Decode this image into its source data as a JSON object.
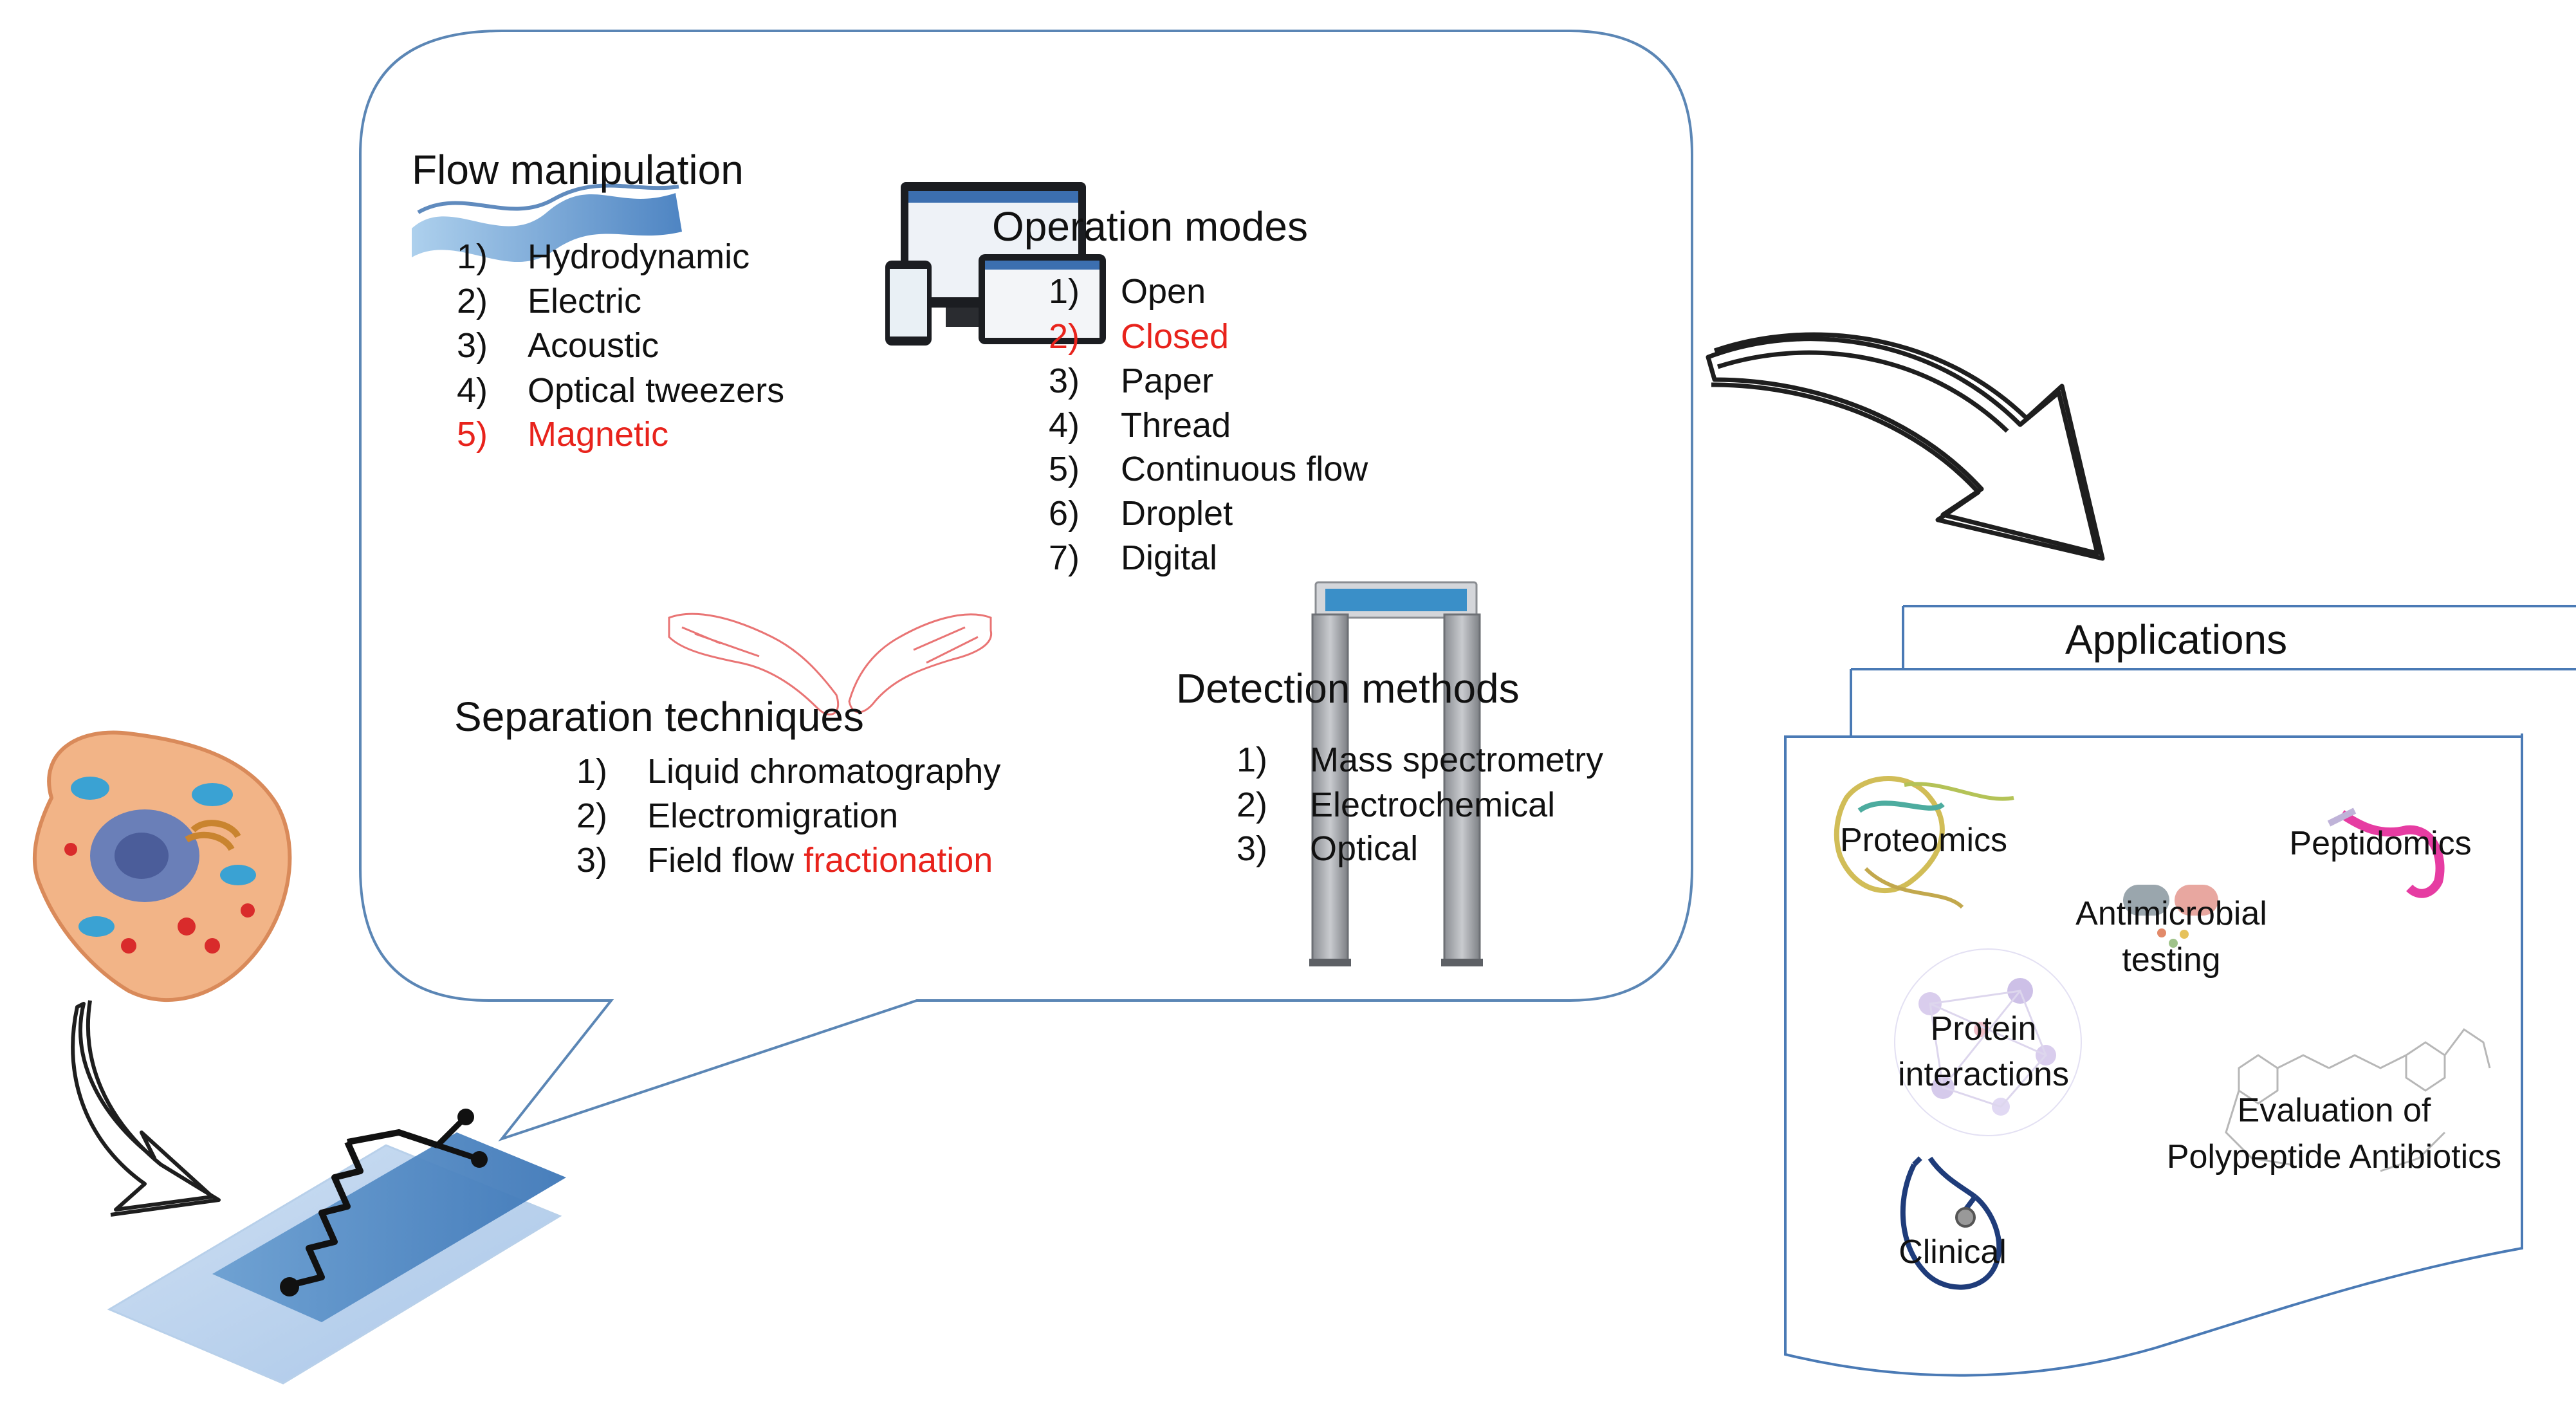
{
  "flow_manipulation": {
    "title": "Flow manipulation",
    "items": [
      {
        "num": "1)",
        "label": "Hydrodynamic"
      },
      {
        "num": "2)",
        "label": "Electric"
      },
      {
        "num": "3)",
        "label": "Acoustic"
      },
      {
        "num": "4)",
        "label": "Optical tweezers"
      },
      {
        "num": "5)",
        "label": "Magnetic"
      }
    ]
  },
  "operation_modes": {
    "title": "Operation modes",
    "items": [
      {
        "num": "1)",
        "label": "Open"
      },
      {
        "num": "2)",
        "label": "Closed"
      },
      {
        "num": "3)",
        "label": "Paper"
      },
      {
        "num": "4)",
        "label": "Thread"
      },
      {
        "num": "5)",
        "label": "Continuous flow"
      },
      {
        "num": "6)",
        "label": "Droplet"
      },
      {
        "num": "7)",
        "label": "Digital"
      }
    ]
  },
  "separation_techniques": {
    "title": "Separation techniques",
    "items": [
      {
        "num": "1)",
        "label": "Liquid chromatography"
      },
      {
        "num": "2)",
        "label": "Electromigration"
      },
      {
        "num": "3)",
        "label_a": "Field flow ",
        "label_b": "fractionation"
      }
    ]
  },
  "detection_methods": {
    "title": "Detection methods",
    "items": [
      {
        "num": "1)",
        "label": "Mass spectrometry"
      },
      {
        "num": "2)",
        "label": "Electrochemical"
      },
      {
        "num": "3)",
        "label": "Optical"
      }
    ]
  },
  "applications": {
    "title": "Applications",
    "items": {
      "proteomics": "Proteomics",
      "peptidomics": "Peptidomics",
      "antimicrobial_1": "Antimicrobial",
      "antimicrobial_2": "testing",
      "protein_1": "Protein",
      "protein_2": "interactions",
      "evaluation_1": "Evaluation of",
      "evaluation_2": "Polypeptide Antibiotics",
      "clinical": "Clinical"
    }
  },
  "colors": {
    "accent_red": "#e8231c",
    "bubble_outline": "#5b86b5",
    "panel_outline": "#4a7ab5"
  }
}
